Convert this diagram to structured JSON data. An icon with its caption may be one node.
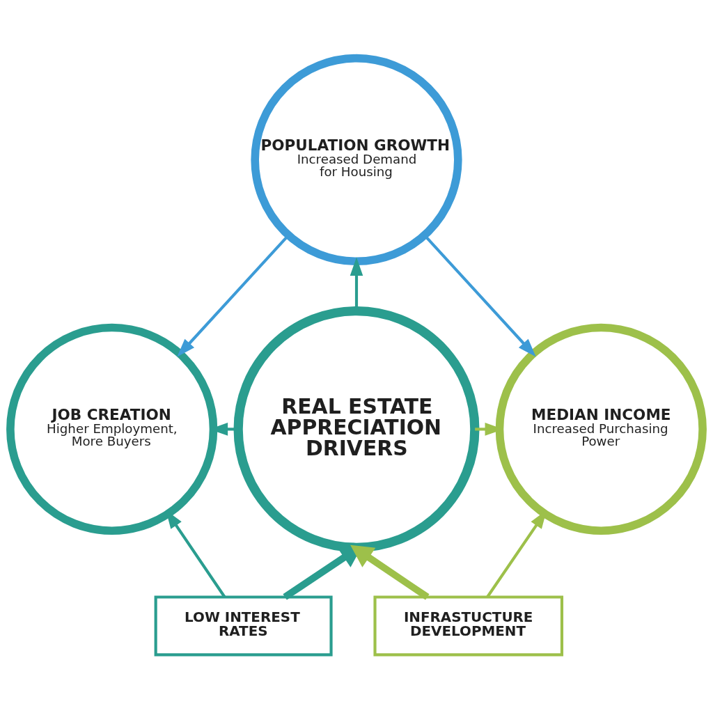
{
  "diagram": {
    "nodes": [
      {
        "text": [
          "POPULATION GROWTH",
          "Increased Demand for Housing"
        ]
      },
      {
        "text": [
          "JOB CREATION",
          "Higher Employment, More Buyers"
        ]
      },
      {
        "text": [
          "REAL ESTATE APPRECIATION DRIVERS"
        ]
      },
      {
        "text": [
          "MEDIAN INCOME",
          "Increased Purchasing Power"
        ]
      },
      {
        "text": [
          "LOW INTEREST RATES"
        ]
      },
      {
        "text": [
          "INFRASTUCTURE DEVELOPMENT"
        ]
      }
    ],
    "edges": [
      {
        "from": 0,
        "to": 1,
        "arrow": "to",
        "color": "#3d9bd7"
      },
      {
        "from": 0,
        "to": 3,
        "arrow": "to",
        "color": "#3d9bd7"
      },
      {
        "from": 2,
        "to": 0,
        "arrow": "to",
        "color": "#2a9d8f"
      },
      {
        "from": 2,
        "to": 1,
        "arrow": "to",
        "color": "#2a9d8f"
      },
      {
        "from": 2,
        "to": 3,
        "arrow": "to",
        "color": "#9dc04a"
      },
      {
        "from": 4,
        "to": 1,
        "arrow": "to",
        "color": "#2a9d8f"
      },
      {
        "from": 4,
        "to": 2,
        "arrow": "to",
        "style": "thick",
        "color": "#2a9d8f"
      },
      {
        "from": 5,
        "to": 2,
        "arrow": "to",
        "style": "thick",
        "color": "#9dc04a"
      },
      {
        "from": 5,
        "to": 3,
        "arrow": "to",
        "color": "#9dc04a"
      }
    ]
  }
}
